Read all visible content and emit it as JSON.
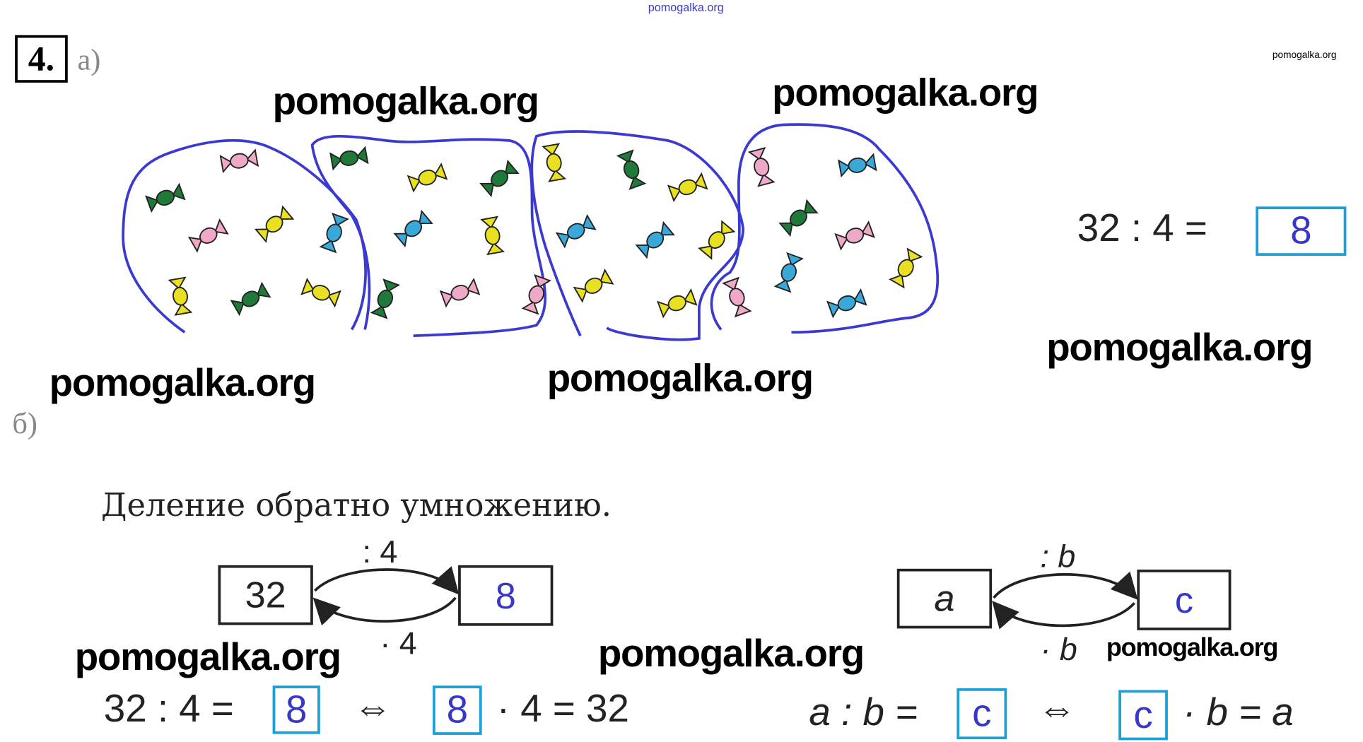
{
  "watermarks": {
    "top": "pomogalka.org",
    "top_right_small": "pomogalka.org",
    "w1": "pomogalka.org",
    "w2": "pomogalka.org",
    "w3": "pomogalka.org",
    "w4": "pomogalka.org",
    "w5": "pomogalka.org",
    "w6": "pomogalka.org",
    "w7": "pomogalka.org",
    "w8": "pomogalka.org"
  },
  "task": {
    "number": "4.",
    "part_a": "а)",
    "part_b": "б)"
  },
  "part_a": {
    "equation": {
      "left": "32 : 4 =",
      "answer": "8"
    },
    "candy_colors": {
      "pink": "#f0a8c8",
      "green": "#1f7a3a",
      "yellow": "#e8e020",
      "blue": "#3aa8d8"
    },
    "outline_color": "#3a3ad0"
  },
  "part_b": {
    "rule": "Деление обратно умножению.",
    "diagram_numeric": {
      "from": "32",
      "to": "8",
      "top_op": ": 4",
      "bottom_op": "· 4"
    },
    "diagram_letters": {
      "from": "a",
      "to": "c",
      "top_op": ": b",
      "bottom_op": "· b"
    },
    "eq_numeric": {
      "lhs": "32 : 4 =",
      "ans1": "8",
      "iff": "⇔",
      "ans2": "8",
      "rhs": "· 4 = 32"
    },
    "eq_letters": {
      "lhs": "a : b =",
      "ans1": "c",
      "iff": "⇔",
      "ans2": "c",
      "rhs": "· b = a"
    }
  }
}
